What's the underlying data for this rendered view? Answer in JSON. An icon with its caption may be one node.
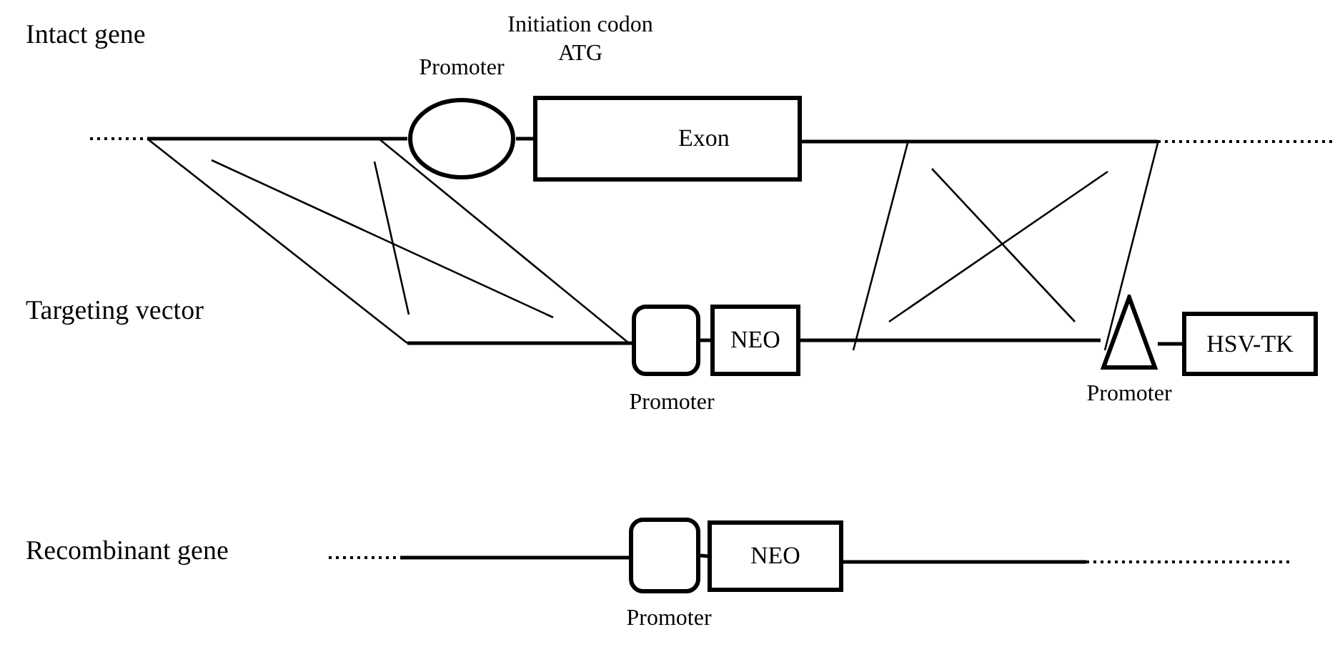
{
  "diagram": {
    "nodes": [
      {
        "text": [
          "Promoter"
        ]
      },
      {
        "text": [
          "Initiation codon ATG"
        ]
      },
      {
        "text": [
          "Exon"
        ]
      },
      {
        "text": [
          "Promoter"
        ]
      },
      {
        "text": [
          "NEO"
        ]
      },
      {
        "text": [
          "Promoter"
        ]
      },
      {
        "text": [
          "HSV-TK"
        ]
      },
      {
        "text": [
          "Promoter"
        ]
      },
      {
        "text": [
          "NEO"
        ]
      }
    ],
    "edges": [
      {
        "from": null,
        "to": 0,
        "arrow": "none"
      },
      {
        "from": 0,
        "to": 1,
        "arrow": "none"
      },
      {
        "from": 2,
        "to": null,
        "arrow": "none"
      },
      {
        "from": null,
        "to": 3,
        "arrow": "none"
      },
      {
        "from": 3,
        "to": 4,
        "arrow": "none"
      },
      {
        "from": 4,
        "to": 5,
        "arrow": "none"
      },
      {
        "from": 5,
        "to": 6,
        "arrow": "none"
      },
      {
        "from": null,
        "to": 7,
        "arrow": "none"
      },
      {
        "from": 7,
        "to": 8,
        "arrow": "none"
      },
      {
        "from": 8,
        "to": null,
        "arrow": "none"
      }
    ],
    "labels": [
      "Intact gene",
      "Targeting vector",
      "Recombinant gene"
    ]
  }
}
